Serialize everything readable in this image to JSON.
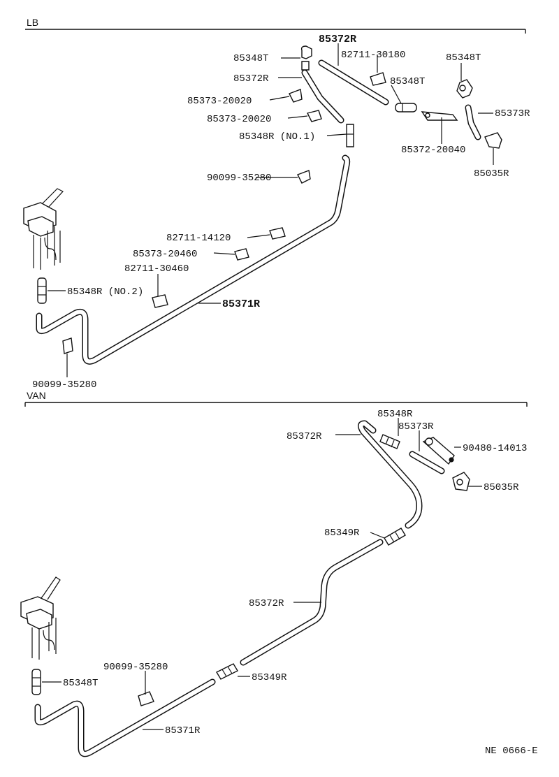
{
  "sections": {
    "lb": {
      "title": "LB"
    },
    "van": {
      "title": "VAN"
    }
  },
  "lb_labels": {
    "p85372r_top": "85372R",
    "p85348t_a": "85348T",
    "p82711_30180": "82711-30180",
    "p85348t_right": "85348T",
    "p85372r_mid": "85372R",
    "p85348t_center": "85348T",
    "p85373_20020_a": "85373-20020",
    "p85373r": "85373R",
    "p85373_20020_b": "85373-20020",
    "p85348r_no1": "85348R (NO.1)",
    "p85372_20040": "85372-20040",
    "p85035r": "85035R",
    "p90099_35280_a": "90099-35280",
    "p82711_14120": "82711-14120",
    "p85373_20460": "85373-20460",
    "p82711_30460": "82711-30460",
    "p85348r_no2": "85348R (NO.2)",
    "p85371r": "85371R",
    "p90099_35280_b": "90099-35280"
  },
  "van_labels": {
    "p85348r": "85348R",
    "p85373r": "85373R",
    "p85372r_top": "85372R",
    "p90480_14013": "90480-14013",
    "p85035r": "85035R",
    "p85349r_top": "85349R",
    "p85372r_mid": "85372R",
    "p90099_35280": "90099-35280",
    "p85348t": "85348T",
    "p85349r_bottom": "85349R",
    "p85371r": "85371R"
  },
  "footer": {
    "code": "NE 0666-E"
  },
  "icons": {
    "canister": "charcoal-canister-icon",
    "hose": "vacuum-hose-icon",
    "clamp": "hose-clamp-icon",
    "connector": "hose-connector-icon",
    "vsv": "vacuum-switching-valve-icon"
  }
}
